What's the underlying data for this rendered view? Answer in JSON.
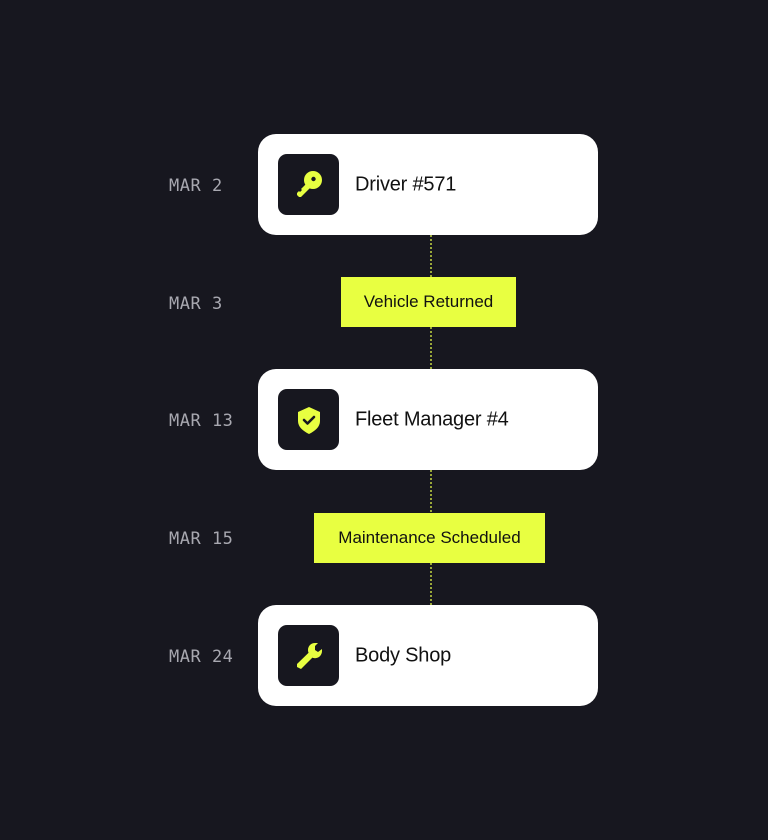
{
  "colors": {
    "background": "#17171f",
    "accent": "#e8ff41",
    "card": "#ffffff",
    "date_text": "#a8a8b0"
  },
  "timeline": [
    {
      "type": "card",
      "date": "MAR 2",
      "label": "Driver #571",
      "icon": "key-icon"
    },
    {
      "type": "event",
      "date": "MAR 3",
      "label": "Vehicle Returned"
    },
    {
      "type": "card",
      "date": "MAR 13",
      "label": "Fleet Manager #4",
      "icon": "shield-check-icon"
    },
    {
      "type": "event",
      "date": "MAR 15",
      "label": "Maintenance Scheduled"
    },
    {
      "type": "card",
      "date": "MAR 24",
      "label": "Body Shop",
      "icon": "wrench-icon"
    }
  ]
}
